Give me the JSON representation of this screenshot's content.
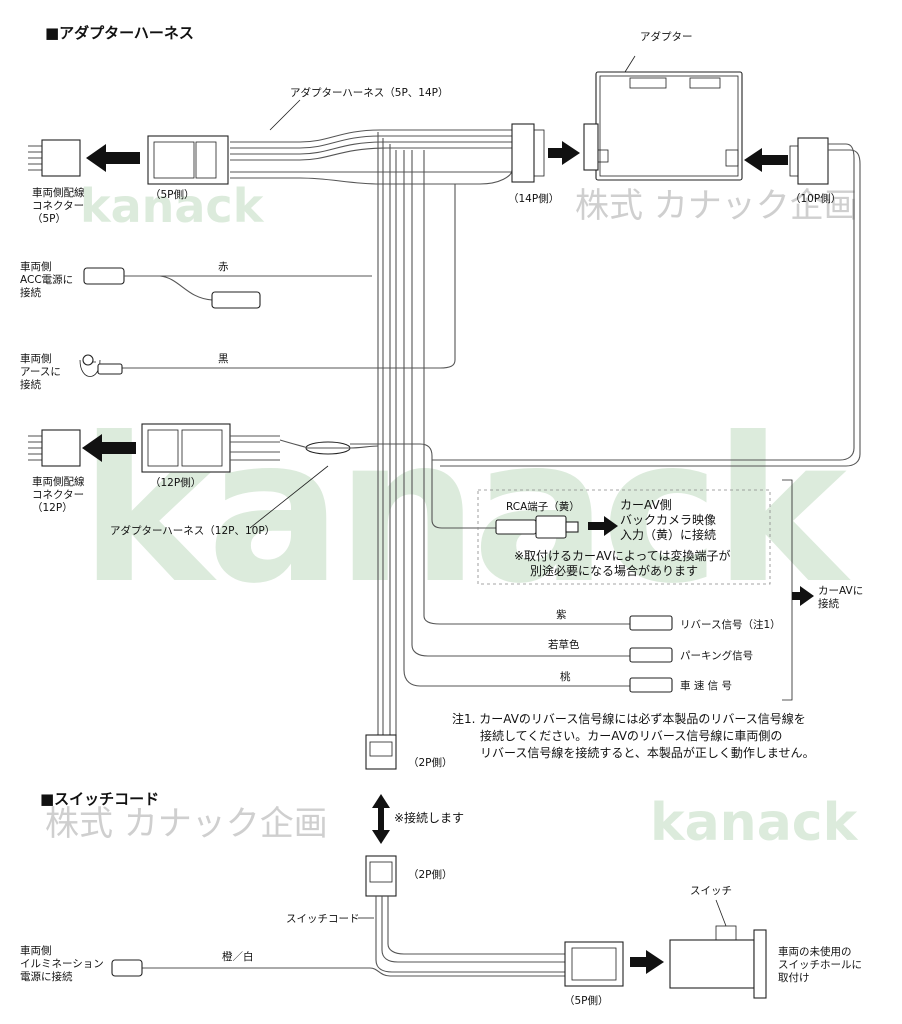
{
  "watermarks": {
    "kanack": "kanack",
    "kanack_large": "kanack",
    "company": "株式 カナック企画"
  },
  "sections": {
    "harness_title": "■アダプターハーネス",
    "switch_title": "■スイッチコード"
  },
  "labels": {
    "adapter": "アダプター",
    "harness_5p_14p": "アダプターハーネス（5P、14P）",
    "p5_side": "（5P側）",
    "p14_side": "（14P側）",
    "p10_side": "（10P側）",
    "p12_side": "（12P側）",
    "p2_side_a": "（2P側）",
    "p2_side_b": "（2P側）",
    "p5_side_switch": "（5P側）",
    "vehicle_connector_5p": [
      "車両側配線",
      "コネクター",
      "（5P）"
    ],
    "vehicle_connector_12p": [
      "車両側配線",
      "コネクター",
      "（12P）"
    ],
    "vehicle_acc": [
      "車両側",
      "ACC電源に",
      "接続"
    ],
    "vehicle_ground": [
      "車両側",
      "アースに",
      "接続"
    ],
    "wire_red": "赤",
    "wire_black": "黒",
    "harness_12p_10p": "アダプターハーネス（12P、10P）",
    "rca": "RCA端子（黄）",
    "car_av_camera": [
      "カーAV側",
      "バックカメラ映像",
      "入力（黄）に接続"
    ],
    "note_conversion": [
      "※取付けるカーAVによっては変換端子が",
      "別途必要になる場合があります"
    ],
    "car_av_connect": [
      "カーAVに",
      "接続"
    ],
    "wire_purple": "紫",
    "reverse_signal": "リバース信号（注1）",
    "wire_lightgreen": "若草色",
    "parking_signal": "パーキング信号",
    "wire_pink": "桃",
    "speed_signal": "車 速 信 号",
    "note1": [
      "注1. カーAVのリバース信号線には必ず本製品のリバース信号線を",
      "接続してください。カーAVのリバース信号線に車両側の",
      "リバース信号線を接続すると、本製品が正しく動作しません。"
    ],
    "connect_here": "※接続します",
    "switch_cord": "スイッチコード",
    "switch": "スイッチ",
    "vehicle_illumination": [
      "車両側",
      "イルミネーション",
      "電源に接続"
    ],
    "wire_orange_white": "橙／白",
    "switch_hole": [
      "車両の未使用の",
      "スイッチホールに",
      "取付け"
    ]
  }
}
